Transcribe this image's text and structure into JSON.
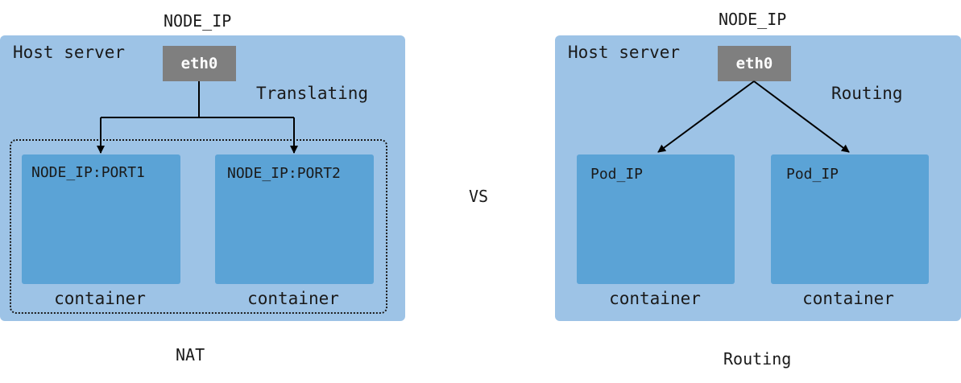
{
  "left": {
    "top_label": "NODE_IP",
    "host_label": "Host server",
    "eth_label": "eth0",
    "mode_label": "Translating",
    "containers": [
      {
        "ip": "NODE_IP:PORT1",
        "name": "container"
      },
      {
        "ip": "NODE_IP:PORT2",
        "name": "container"
      }
    ],
    "bottom_label": "NAT"
  },
  "vs_label": "VS",
  "right": {
    "top_label": "NODE_IP",
    "host_label": "Host server",
    "eth_label": "eth0",
    "mode_label": "Routing",
    "containers": [
      {
        "ip": "Pod_IP",
        "name": "container"
      },
      {
        "ip": "Pod_IP",
        "name": "container"
      }
    ],
    "bottom_label": "Routing"
  },
  "colors": {
    "host_bg": "#9dc3e6",
    "container_bg": "#5ba3d6",
    "eth_bg": "#7f7f7f",
    "line": "#000000"
  }
}
